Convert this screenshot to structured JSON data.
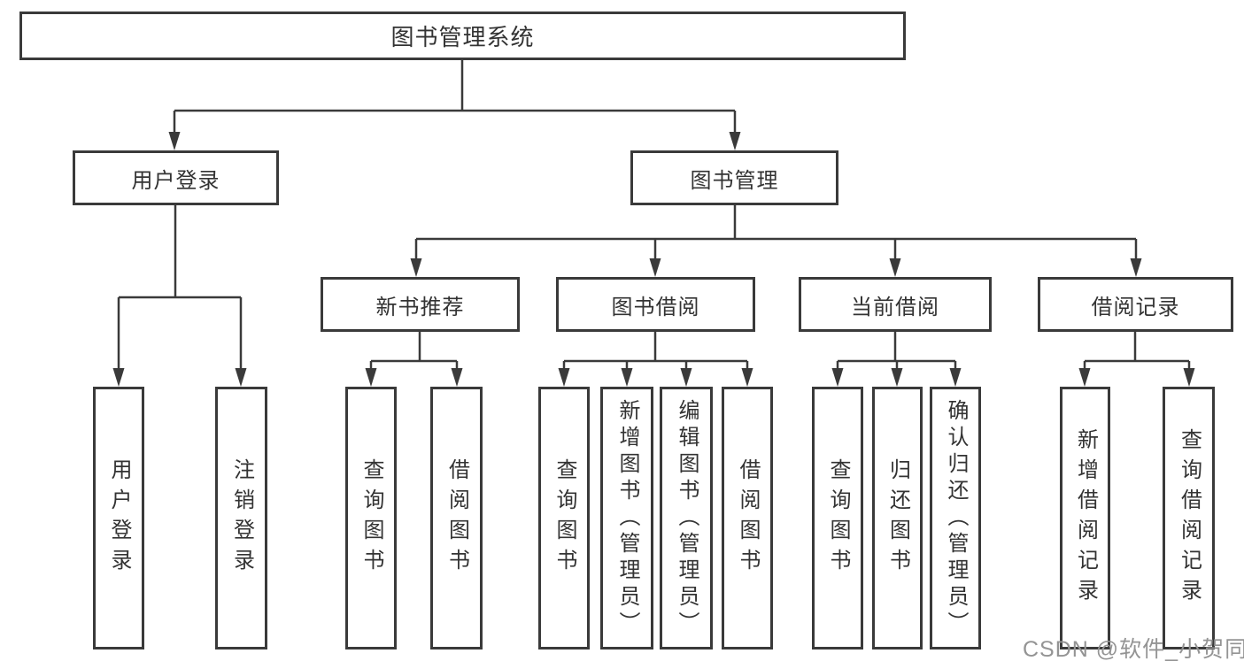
{
  "diagram": {
    "root": {
      "label": "图书管理系统"
    },
    "level2": [
      {
        "label": "用户登录"
      },
      {
        "label": "图书管理"
      }
    ],
    "level3": [
      {
        "label": "新书推荐"
      },
      {
        "label": "图书借阅"
      },
      {
        "label": "当前借阅"
      },
      {
        "label": "借阅记录"
      }
    ],
    "leaves": {
      "user_login": [
        {
          "label": "用户登录"
        },
        {
          "label": "注销登录"
        }
      ],
      "new_book": [
        {
          "label": "查询图书"
        },
        {
          "label": "借阅图书"
        }
      ],
      "book_borrow": [
        {
          "label": "查询图书"
        },
        {
          "label": "新增图书（管理员）"
        },
        {
          "label": "编辑图书（管理员）"
        },
        {
          "label": "借阅图书"
        }
      ],
      "current_borrow": [
        {
          "label": "查询图书"
        },
        {
          "label": "归还图书"
        },
        {
          "label": "确认归还（管理员）"
        }
      ],
      "records": [
        {
          "label": "新增借阅记录"
        },
        {
          "label": "查询借阅记录"
        }
      ]
    }
  },
  "watermark": {
    "text": "CSDN @软件_小贺同学"
  },
  "colors": {
    "border": "#3a3a3a",
    "line": "#3a3a3a",
    "text": "#333333",
    "watermark": "#949494",
    "background": "#ffffff"
  }
}
